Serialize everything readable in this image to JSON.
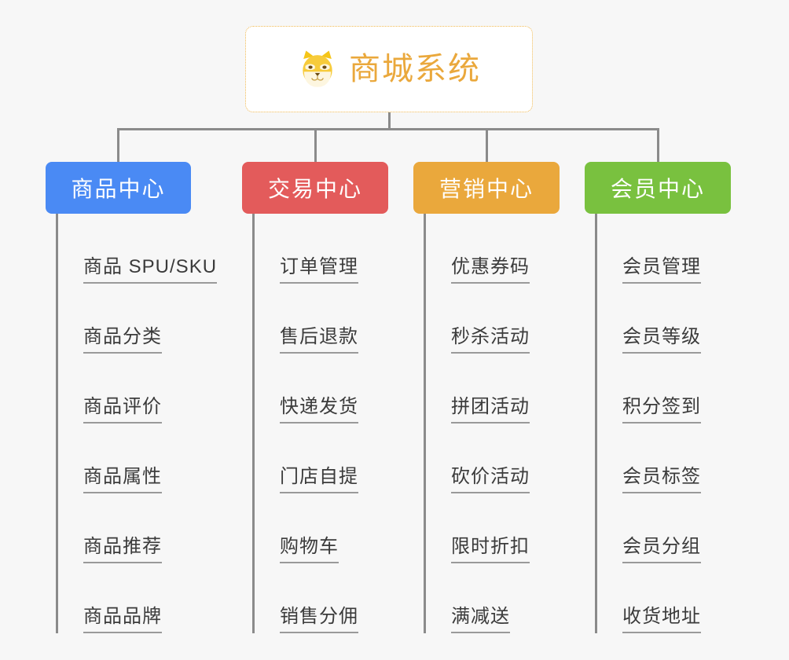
{
  "root": {
    "title": "商城系统",
    "icon": "shiba-dog-icon",
    "border_color": "#f0b952",
    "text_color": "#eaa83c"
  },
  "branches": [
    {
      "label": "商品中心",
      "color": "#4a8af4",
      "items": [
        "商品 SPU/SKU",
        "商品分类",
        "商品评价",
        "商品属性",
        "商品推荐",
        "商品品牌"
      ]
    },
    {
      "label": "交易中心",
      "color": "#e35b5b",
      "items": [
        "订单管理",
        "售后退款",
        "快递发货",
        "门店自提",
        "购物车",
        "销售分佣"
      ]
    },
    {
      "label": "营销中心",
      "color": "#eaa83c",
      "items": [
        "优惠券码",
        "秒杀活动",
        "拼团活动",
        "砍价活动",
        "限时折扣",
        "满减送"
      ]
    },
    {
      "label": "会员中心",
      "color": "#79c13f",
      "items": [
        "会员管理",
        "会员等级",
        "积分签到",
        "会员标签",
        "会员分组",
        "收货地址"
      ]
    }
  ],
  "background_color": "#f7f7f7",
  "connector_color": "#8b8b8b",
  "leaf_text_color": "#3b3b3b",
  "leaf_underline_color": "#9a9a9a"
}
